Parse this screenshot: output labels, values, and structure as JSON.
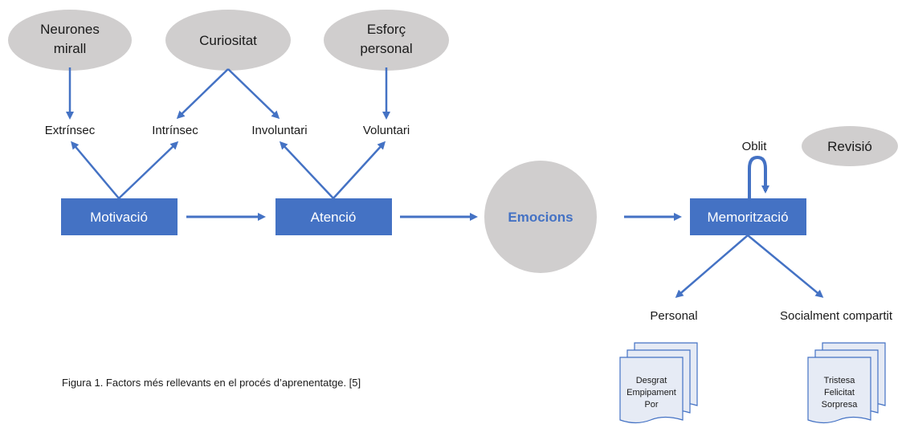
{
  "colors": {
    "box_fill": "#4472c4",
    "box_text": "#ffffff",
    "arrow": "#4472c4",
    "ellipse_fill": "#d0cece",
    "emocions_text": "#4472c4",
    "text": "#1a1a1a",
    "doc_fill": "#e6ebf5",
    "doc_stroke": "#4472c4"
  },
  "influences": {
    "neurones": [
      "Neurones",
      "mirall"
    ],
    "curiositat": "Curiositat",
    "esforc": [
      "Esforç",
      "personal"
    ]
  },
  "labels": {
    "extrinsec": "Extrínsec",
    "intrinsec": "Intrínsec",
    "involuntari": "Involuntari",
    "voluntari": "Voluntari",
    "oblit": "Oblit",
    "personal": "Personal",
    "socialment": "Socialment compartit"
  },
  "process": {
    "motivacio": "Motivació",
    "atencio": "Atenció",
    "emocions": "Emocions",
    "memoritzacio": "Memorització"
  },
  "revisio": "Revisió",
  "documents": {
    "personal": [
      "Desgrat",
      "Empipament",
      "Por"
    ],
    "social": [
      "Tristesa",
      "Felicitat",
      "Sorpresa"
    ]
  },
  "caption": "Figura 1. Factors més rellevants en el procés d’aprenentatge. [5]"
}
